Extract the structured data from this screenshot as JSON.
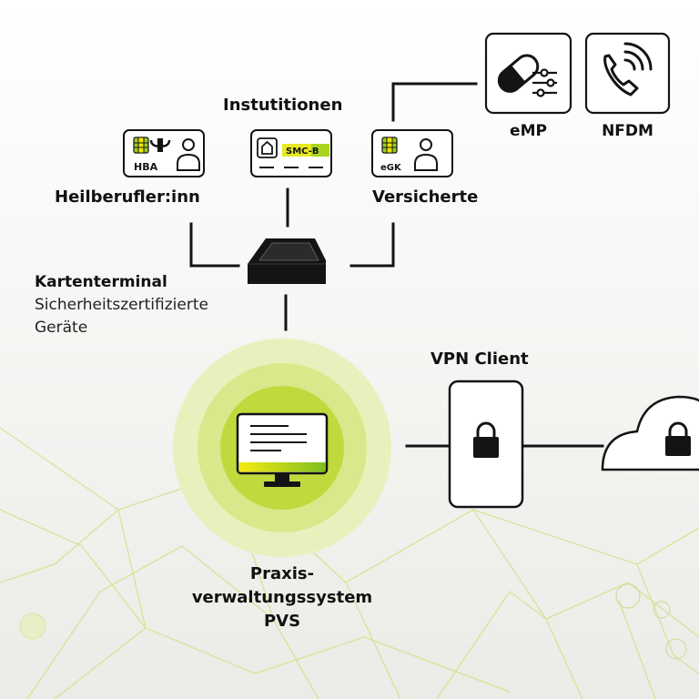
{
  "colors": {
    "line": "#141414",
    "accent_green": "#9ccc1c",
    "accent_yellow": "#f2e600",
    "halo_outer": "#e6f0b4",
    "halo_mid": "#d2e67a",
    "halo_inner": "#bcd838",
    "network": "#c9dc6a"
  },
  "labels": {
    "institutionen": "Instutitionen",
    "heilberufler": "Heilberufler:inn",
    "versicherte": "Versicherte",
    "emp": "eMP",
    "nfdm": "NFDM",
    "kartenterminal": "Kartenterminal",
    "kartenterminal_sub1": "Sicherheitszertifizierte",
    "kartenterminal_sub2": "Geräte",
    "vpn_client": "VPN Client",
    "pvs_line1": "Praxis-",
    "pvs_line2": "verwaltungssystem",
    "pvs_line3": "PVS"
  },
  "cards": {
    "hba": "HBA",
    "smcb": "SMC-B",
    "egk": "eGK"
  },
  "icons": {
    "emp": "pill-settings-icon",
    "nfdm": "phone-call-icon",
    "terminal": "card-terminal-icon",
    "pvs": "monitor-icon",
    "vpn": "lock-icon",
    "cloud": "cloud-lock-icon"
  }
}
